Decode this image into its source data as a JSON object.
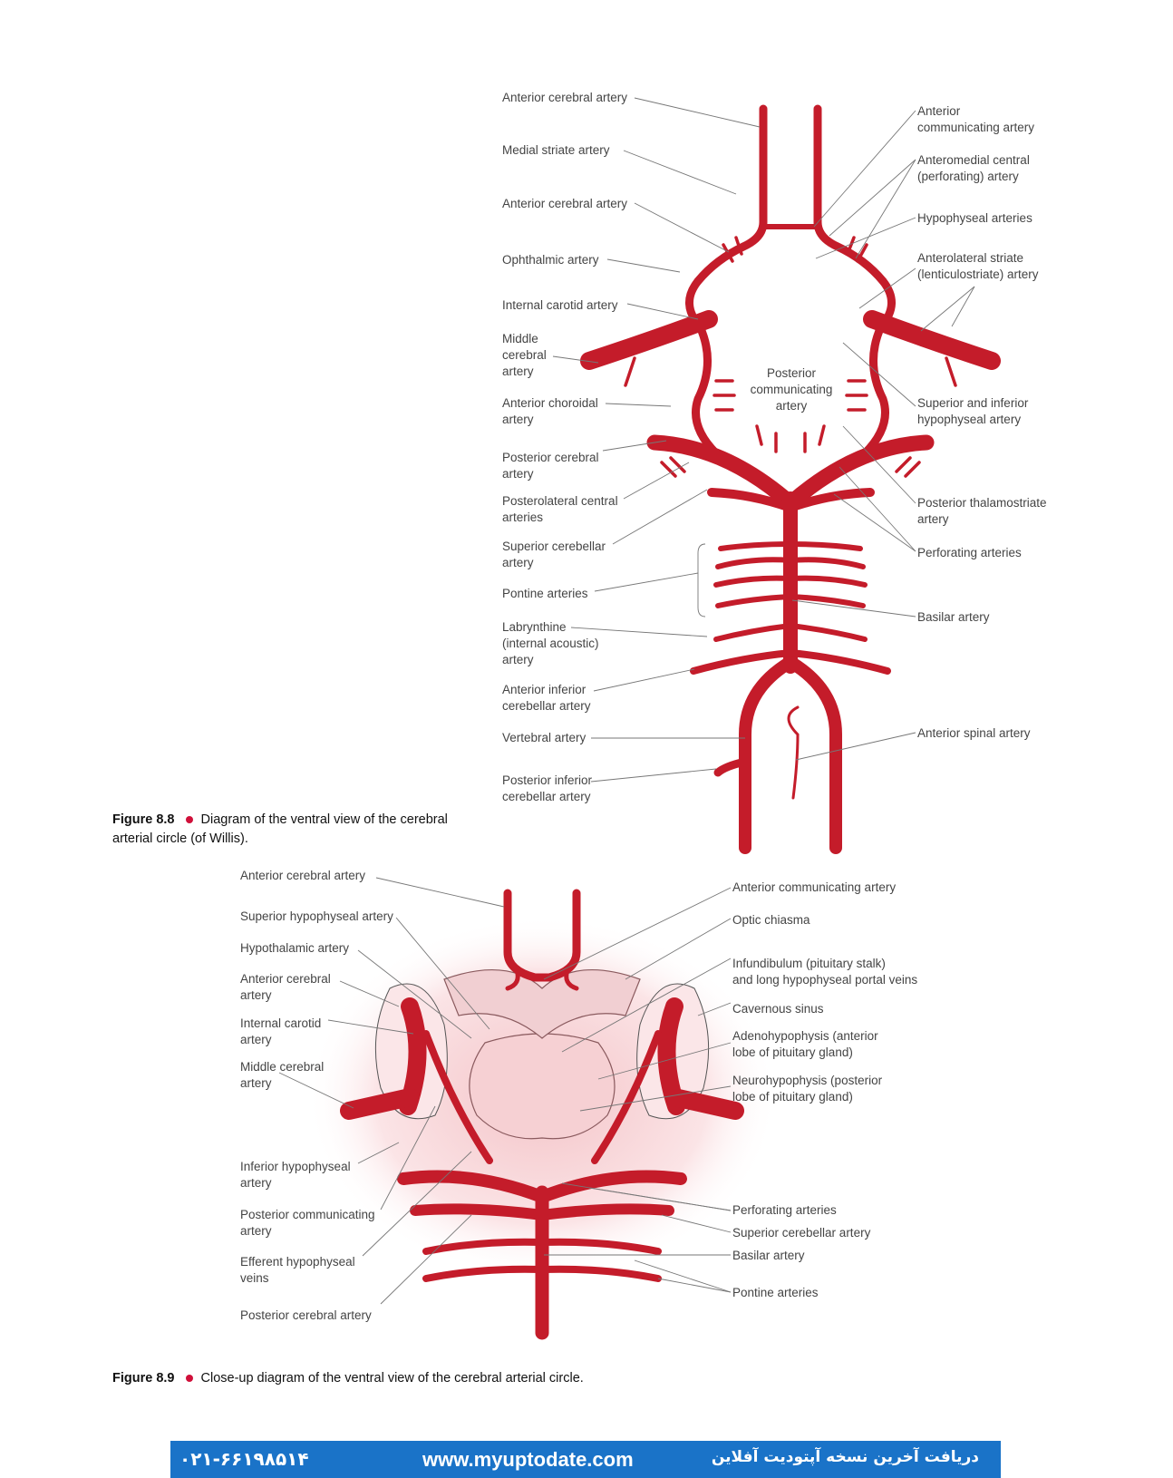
{
  "figure_8_8": {
    "left_labels": [
      "Anterior cerebral artery",
      "Medial striate artery",
      "Anterior cerebral artery",
      "Ophthalmic artery",
      "Internal carotid artery",
      "Middle\ncerebral\nartery",
      "Anterior choroidal\nartery",
      "Posterior cerebral\nartery",
      "Posterolateral central\narteries",
      "Superior cerebellar\nartery",
      "Pontine arteries",
      "Labrynthine\n(internal acoustic)\nartery",
      "Anterior inferior\ncerebellar artery",
      "Vertebral artery",
      "Posterior inferior\ncerebellar artery"
    ],
    "right_labels": [
      "Anterior\ncommunicating artery",
      "Anteromedial central\n(perforating) artery",
      "Hypophyseal arteries",
      "Anterolateral striate\n(lenticulostriate) artery",
      "Superior and inferior\nhypophyseal artery",
      "Posterior thalamostriate\nartery",
      "Perforating arteries",
      "Basilar artery",
      "Anterior spinal artery"
    ],
    "center_label": "Posterior\ncommunicating\nartery",
    "caption_number": "Figure 8.8",
    "caption_text": "Diagram of the ventral view of the cerebral arterial circle (of Willis)."
  },
  "figure_8_9": {
    "left_labels": [
      "Anterior cerebral artery",
      "Superior hypophyseal artery",
      "Hypothalamic artery",
      "Anterior cerebral\nartery",
      "Internal carotid\nartery",
      "Middle cerebral\nartery",
      "Inferior hypophyseal\nartery",
      "Posterior communicating\nartery",
      "Efferent hypophyseal\nveins",
      "Posterior cerebral artery"
    ],
    "right_labels": [
      "Anterior communicating artery",
      "Optic chiasma",
      "Infundibulum (pituitary stalk)\nand long hypophyseal portal veins",
      "Cavernous sinus",
      "Adenohypophysis (anterior\nlobe of pituitary gland)",
      "Neurohypophysis (posterior\nlobe of pituitary gland)",
      "Perforating arteries",
      "Superior cerebellar artery",
      "Basilar artery",
      "Pontine arteries"
    ],
    "caption_number": "Figure 8.9",
    "caption_text": "Close-up diagram of the ventral view of the cerebral arterial circle."
  },
  "footer": {
    "phone": "۰۲۱-۶۶۱۹۸۵۱۴",
    "url": "www.myuptodate.com",
    "persian_text": "دریافت آخرین نسخه آپتودیت آفلاین"
  },
  "colors": {
    "artery": "#c41c2a",
    "accent_dot": "#d0103a",
    "footer_bg": "#1a73c8"
  }
}
